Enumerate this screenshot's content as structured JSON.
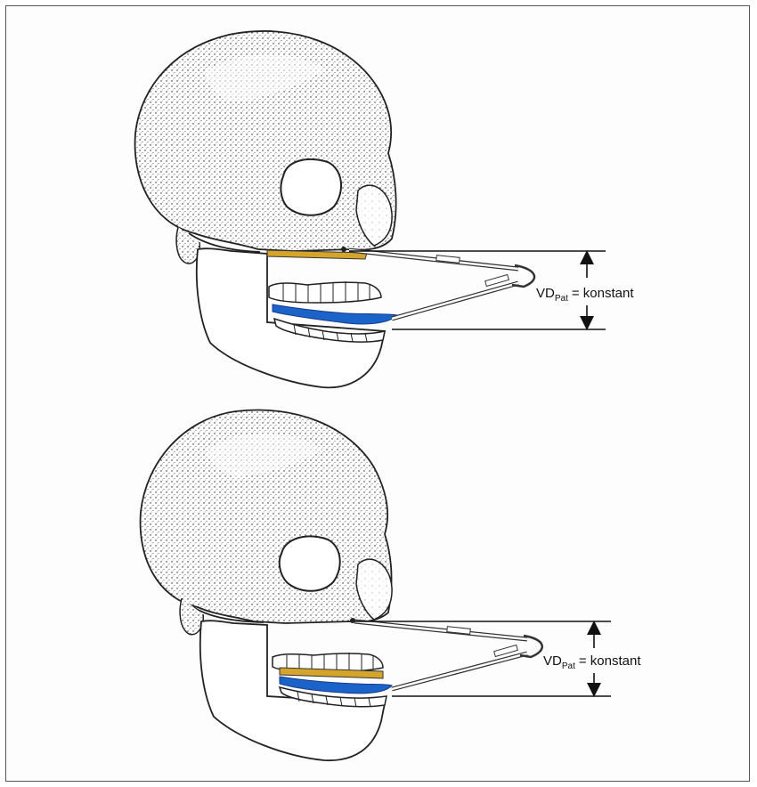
{
  "figure": {
    "panels": [
      {
        "id": "top",
        "label": {
          "main": "VD",
          "subscript": "Pat",
          "suffix": "= konstant"
        },
        "splint_color": "#d4a52a",
        "tongue_color": "#1a63c9"
      },
      {
        "id": "bottom",
        "label": {
          "main": "VD",
          "subscript": "Pat",
          "suffix": "= konstant"
        },
        "splint_color": "#d4a52a",
        "tongue_color": "#1a63c9"
      }
    ]
  }
}
